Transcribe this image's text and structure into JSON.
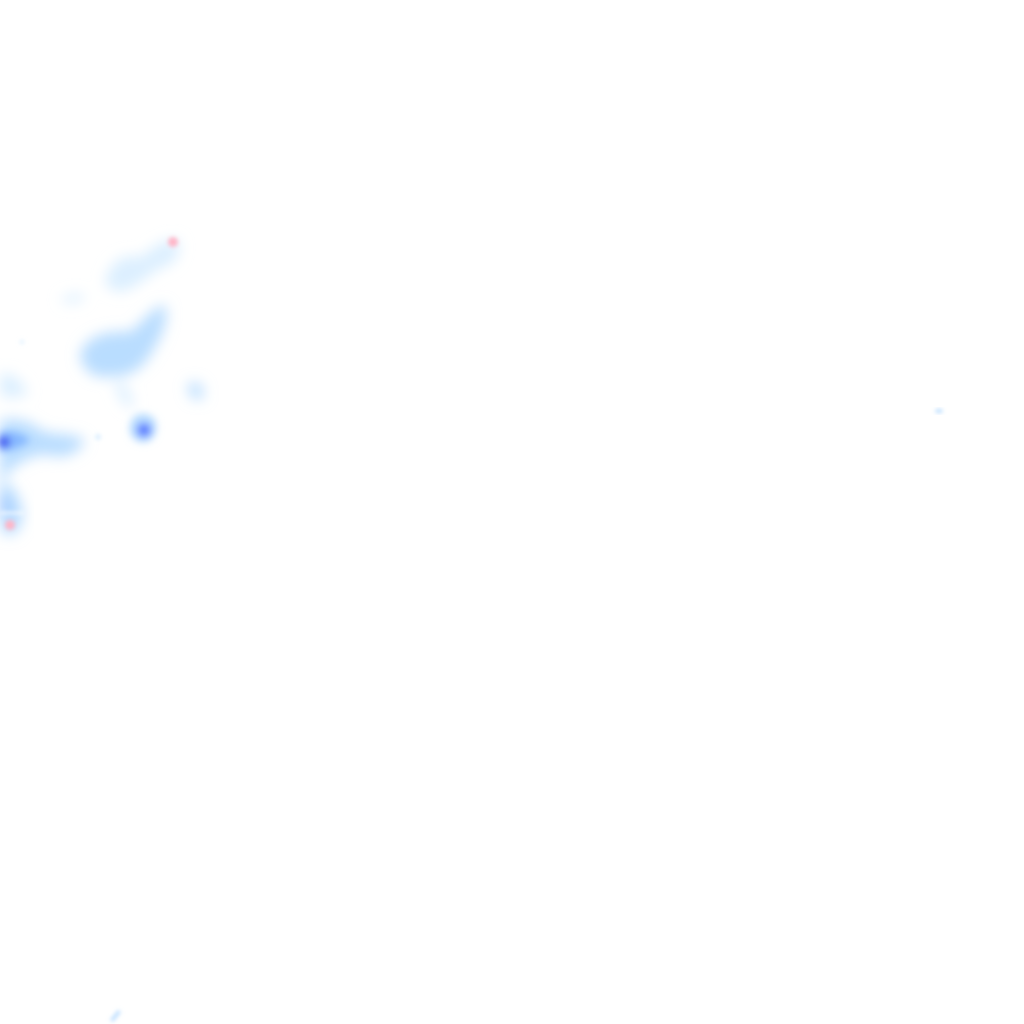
{
  "map": {
    "layer": "precipitation-radar-overlay",
    "background_color": "#ffffff",
    "intensity_colors": {
      "very_light": "#dcefff",
      "light": "#b9ddff",
      "moderate": "#86b8ff",
      "heavy": "#5a7cff",
      "very_heavy": "#3c52f0",
      "extreme": "#ffb6c8"
    },
    "echo_cells": [
      {
        "name": "echo-cell-north",
        "intensity": "very_light"
      },
      {
        "name": "echo-cell-north-tip",
        "intensity": "extreme"
      },
      {
        "name": "echo-cell-central",
        "intensity": "light"
      },
      {
        "name": "echo-cell-central-core",
        "intensity": "heavy"
      },
      {
        "name": "echo-cell-west",
        "intensity": "moderate"
      },
      {
        "name": "echo-cell-west-core",
        "intensity": "very_heavy"
      },
      {
        "name": "echo-cell-southwest",
        "intensity": "light"
      },
      {
        "name": "echo-cell-southwest-tip",
        "intensity": "extreme"
      },
      {
        "name": "echo-cell-isolated-east",
        "intensity": "light"
      },
      {
        "name": "echo-cell-isolated-south",
        "intensity": "light"
      }
    ]
  }
}
